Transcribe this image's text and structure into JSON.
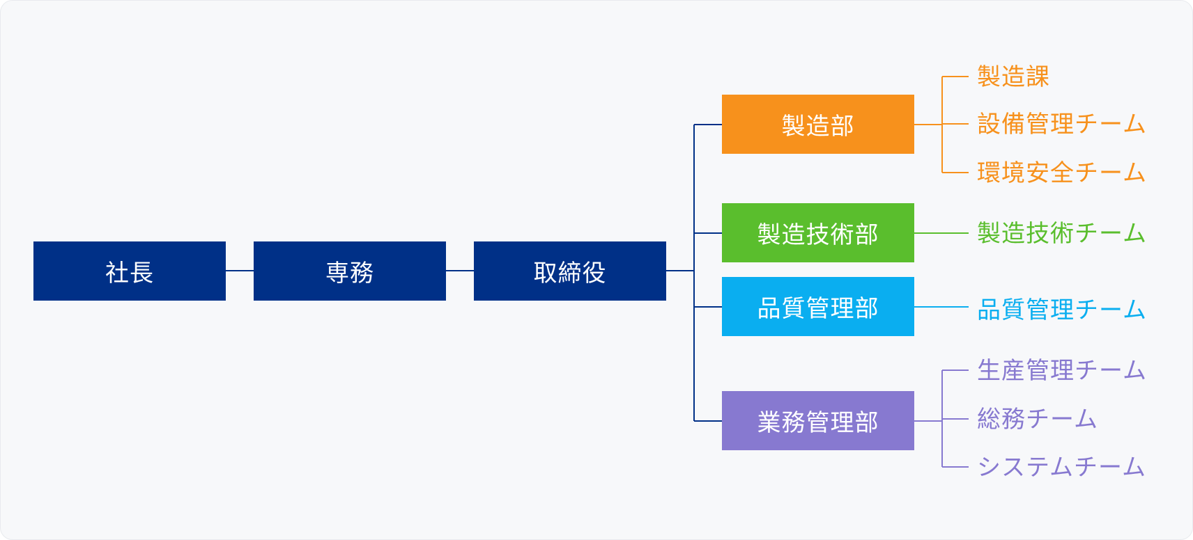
{
  "colors": {
    "executive": "#003087",
    "manufacturing": "#f7911c",
    "engineering": "#5abe2d",
    "quality": "#0aaef0",
    "business": "#8779d0"
  },
  "org": {
    "president": "社長",
    "managing_director": "専務",
    "director": "取締役"
  },
  "departments": [
    {
      "label": "製造部",
      "teams": [
        "製造課",
        "設備管理チーム",
        "環境安全チーム"
      ]
    },
    {
      "label": "製造技術部",
      "teams": [
        "製造技術チーム"
      ]
    },
    {
      "label": "品質管理部",
      "teams": [
        "品質管理チーム"
      ]
    },
    {
      "label": "業務管理部",
      "teams": [
        "生産管理チーム",
        "総務チーム",
        "システムチーム"
      ]
    }
  ]
}
